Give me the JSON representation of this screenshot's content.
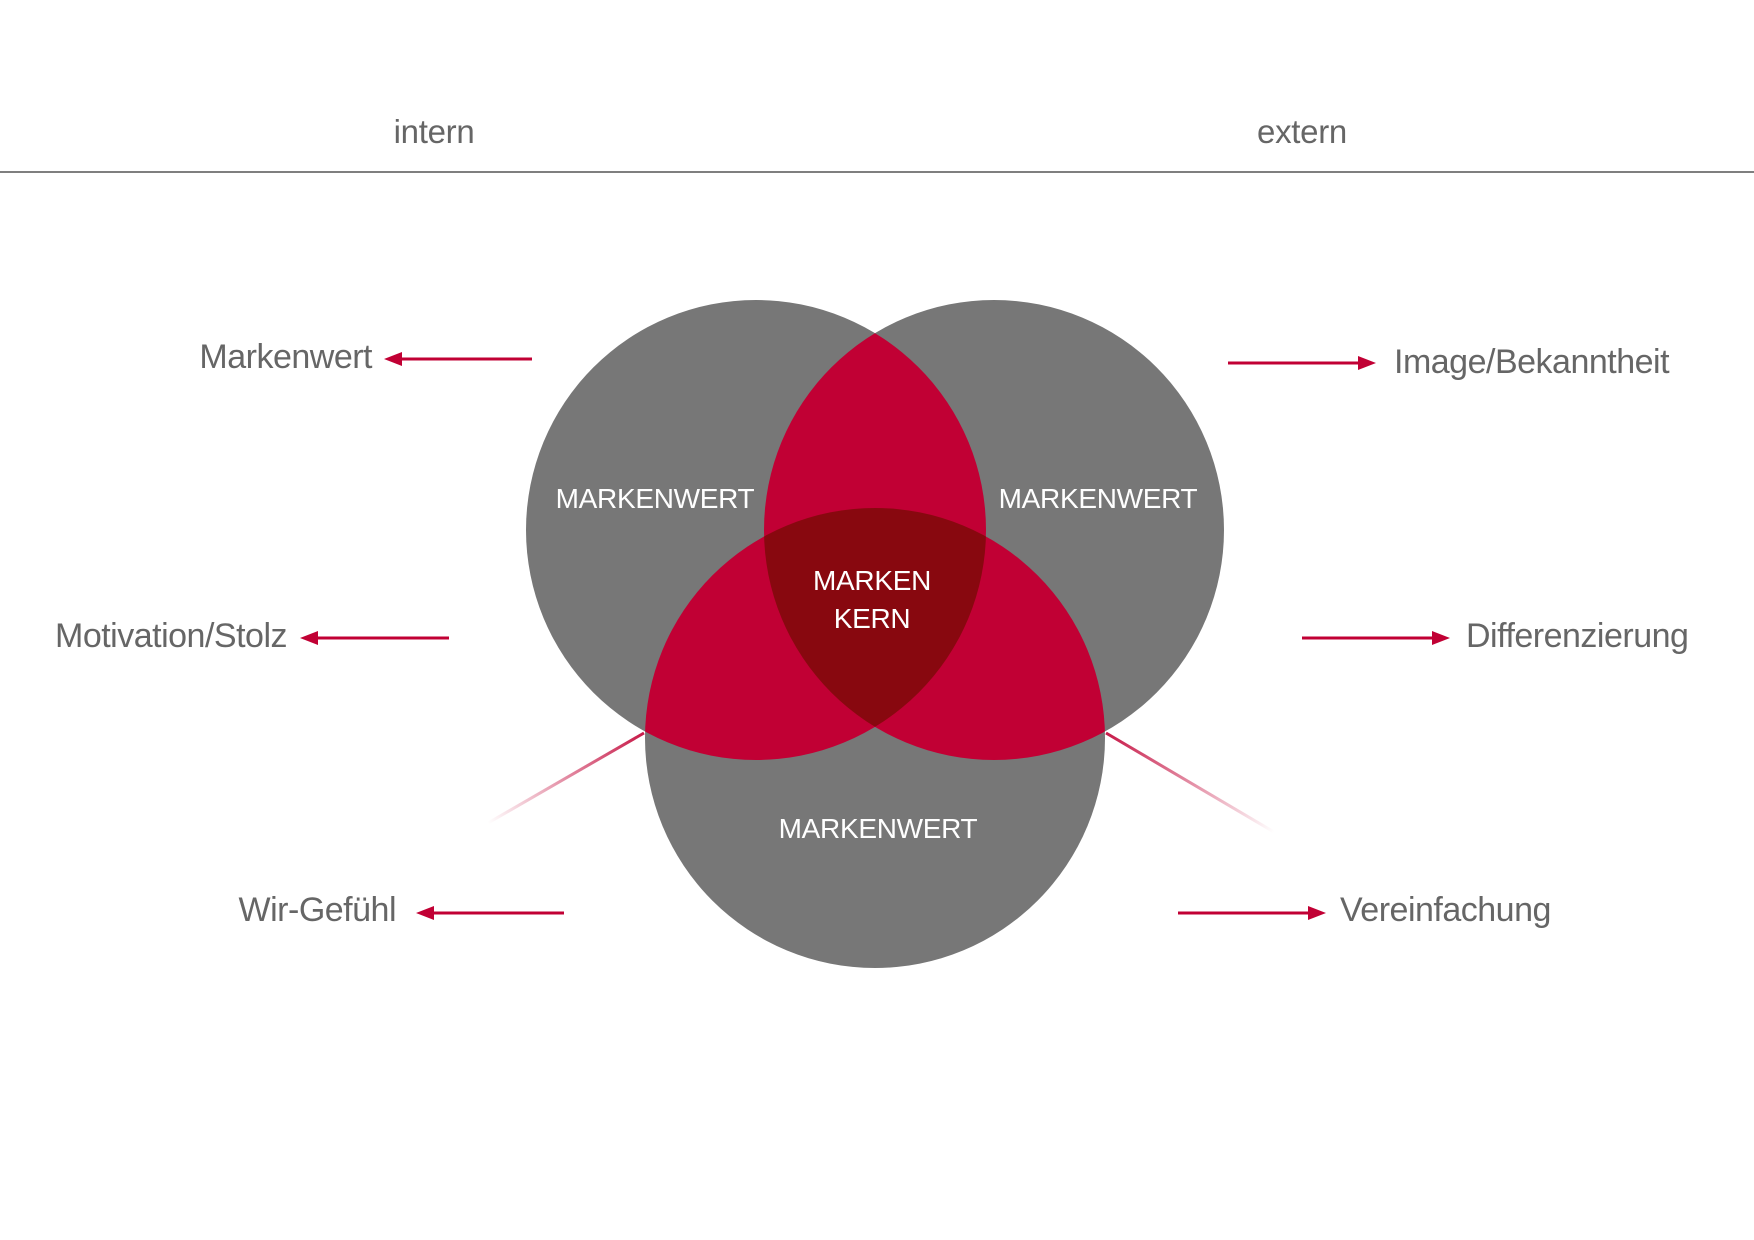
{
  "header": {
    "left": "intern",
    "right": "extern"
  },
  "circles": {
    "top_left": "MARKENWERT",
    "top_right": "MARKENWERT",
    "bottom": "MARKENWERT",
    "center_line1": "MARKEN",
    "center_line2": "KERN"
  },
  "intern_items": [
    "Markenwert",
    "Motivation/Stolz",
    "Wir-Gefühl"
  ],
  "extern_items": [
    "Image/Bekanntheit",
    "Differenzierung",
    "Vereinfachung"
  ],
  "colors": {
    "circle": "#777777",
    "overlap": "#c10034",
    "core": "#88080f",
    "text": "#666666",
    "line": "#555555",
    "arrow": "#c10034"
  }
}
